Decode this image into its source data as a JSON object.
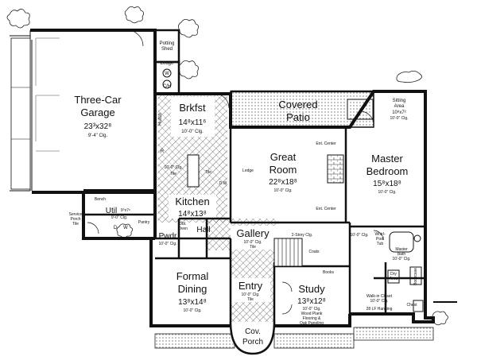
{
  "rooms": {
    "garage": {
      "name": "Three-Car Garage",
      "name1": "Three-Car",
      "name2": "Garage",
      "size": "23³x32⁸",
      "clg": "9'-4\" Clg."
    },
    "potting": {
      "name1": "Potting",
      "name2": "Shed"
    },
    "ledge_top": "Ledge",
    "wc": {
      "w": "W",
      "c": "C/H"
    },
    "breakfast": {
      "name": "Brkfst",
      "size": "14⁸x11⁶",
      "clg": "10'-0\" Clg."
    },
    "hutch": "Hutch",
    "covered_patio": {
      "name1": "Covered",
      "name2": "Patio"
    },
    "sitting": {
      "name1": "Sitting",
      "name2": "Area",
      "size": "10⁸x7²",
      "clg": "10'-0\" Clg."
    },
    "great_room": {
      "name1": "Great",
      "name2": "Room",
      "size": "22⁸x18⁸",
      "clg": "10'-0\" Clg."
    },
    "ent_center_top": "Ent. Center",
    "ent_center_bottom": "Ent. Center",
    "master_bedroom": {
      "name1": "Master",
      "name2": "Bedroom",
      "size": "15⁸x18⁸",
      "clg": "10'-0\" Clg."
    },
    "kitchen": {
      "name": "Kitchen",
      "size": "14⁸x13⁸",
      "clg": "10'-0\" Clg.",
      "island": "Tile",
      "tile": "Tile"
    },
    "ledge_kitchen": "Ledge",
    "dw": "D.W.",
    "r": "R",
    "util": {
      "name": "Util",
      "size": "9⁰x7⁸",
      "clg": "9'-0\" Clg."
    },
    "bench": "Bench",
    "service_porch": {
      "name1": "Service",
      "name2": "Porch",
      "tile": "Tile"
    },
    "pantry": "Pantry",
    "dw_util": {
      "d": "D",
      "w": "W"
    },
    "hall": "Hall",
    "dbl_oven": {
      "name1": "Dbl.",
      "name2": "Oven"
    },
    "pwdr": "Pwdr",
    "pwdr_clg": "10'-0\" Clg.",
    "gallery": {
      "name": "Gallery",
      "clg": "10'-0\" Clg.",
      "tile": "Tile"
    },
    "two_story": "2-Story Clg.",
    "coats": "Coats",
    "books": "Books",
    "whirlpool": {
      "name1": "Whirl-",
      "name2": "Pool",
      "name3": "Tub"
    },
    "master_bath": {
      "name1": "Master",
      "name2": "Bath",
      "clg": "10'-0\" Clg."
    },
    "clg_10": "10'-0\" Clg.",
    "dry_area": {
      "name1": "Dry",
      "name2": "Area"
    },
    "bookcase": "Bookcase",
    "formal_dining": {
      "name1": "Formal",
      "name2": "Dining",
      "size": "13⁸x14⁸",
      "clg": "10'-0\" Clg."
    },
    "entry": {
      "name": "Entry",
      "clg": "10'-0\" Clg.",
      "tile": "Tile"
    },
    "study": {
      "name": "Study",
      "size": "13⁸x12⁸",
      "clg": "10'-0\" Clg.",
      "floor1": "Wood Plank",
      "floor2": "Flooring &",
      "floor3": "Oak Paneling"
    },
    "walk_in_closet": {
      "name": "Walk-in Closet",
      "clg": "10'-0\" Clg.",
      "hanging": "28 LF Hanging"
    },
    "chest": "Chest",
    "cov_porch": {
      "name1": "Cov.",
      "name2": "Porch"
    }
  }
}
